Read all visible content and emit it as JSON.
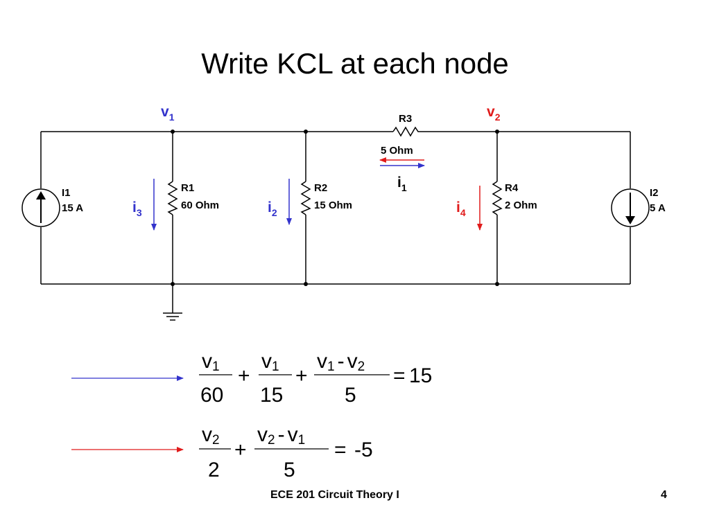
{
  "slide": {
    "title": "Write KCL at each node",
    "footer": "ECE 201 Circuit Theory I",
    "page_number": "4"
  },
  "colors": {
    "blue": "#3333cc",
    "red": "#e01b1b",
    "wire": "#000000"
  },
  "circuit": {
    "nodes": [
      {
        "name": "v",
        "sub": "1",
        "color": "blue"
      },
      {
        "name": "v",
        "sub": "2",
        "color": "red"
      }
    ],
    "sources": [
      {
        "id": "I1",
        "value": "15 A",
        "direction": "up"
      },
      {
        "id": "I2",
        "value": "5 A",
        "direction": "down"
      }
    ],
    "resistors": [
      {
        "id": "R1",
        "value": "60 Ohm"
      },
      {
        "id": "R2",
        "value": "15 Ohm"
      },
      {
        "id": "R3",
        "value": "5 Ohm"
      },
      {
        "id": "R4",
        "value": "2 Ohm"
      }
    ],
    "currents": [
      {
        "name": "i",
        "sub": "3",
        "color": "blue"
      },
      {
        "name": "i",
        "sub": "2",
        "color": "blue"
      },
      {
        "name": "i",
        "sub": "1",
        "color": "black"
      },
      {
        "name": "i",
        "sub": "4",
        "color": "red"
      }
    ]
  },
  "equations": [
    {
      "arrow_color": "blue",
      "terms": [
        {
          "num_var": "v",
          "num_sub": "1",
          "den": "60"
        },
        {
          "num_var": "v",
          "num_sub": "1",
          "den": "15"
        },
        {
          "num_a_var": "v",
          "num_a_sub": "1",
          "minus": "-",
          "num_b_var": "v",
          "num_b_sub": "2",
          "den": "5"
        }
      ],
      "plus": "+",
      "equals": "=",
      "rhs": "15"
    },
    {
      "arrow_color": "red",
      "terms": [
        {
          "num_var": "v",
          "num_sub": "2",
          "den": "2"
        },
        {
          "num_a_var": "v",
          "num_a_sub": "2",
          "minus": "-",
          "num_b_var": "v",
          "num_b_sub": "1",
          "den": "5"
        }
      ],
      "plus": "+",
      "equals": "=",
      "rhs": "-5"
    }
  ]
}
